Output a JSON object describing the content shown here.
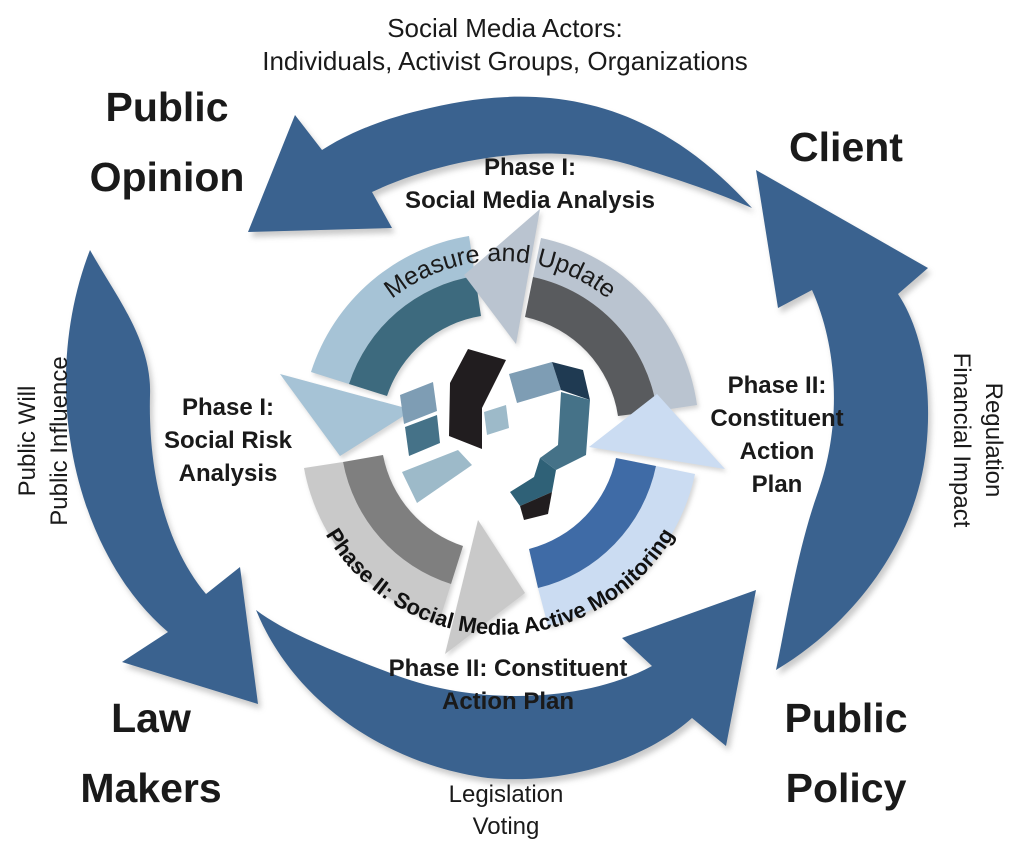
{
  "header": {
    "line1": "Social Media Actors:",
    "line2": "Individuals, Activist Groups, Organizations"
  },
  "nodes": {
    "public_opinion": {
      "line1": "Public",
      "line2": "Opinion"
    },
    "client": {
      "line1": "Client"
    },
    "law_makers": {
      "line1": "Law",
      "line2": "Makers"
    },
    "public_policy": {
      "line1": "Public",
      "line2": "Policy"
    }
  },
  "edge_labels": {
    "left": {
      "line1": "Public Will",
      "line2": "Public Influence"
    },
    "right": {
      "line1": "Regulation",
      "line2": "Financial Impact"
    },
    "bottom": {
      "line1": "Legislation",
      "line2": "Voting"
    }
  },
  "phases": {
    "top": {
      "line1": "Phase I:",
      "line2": "Social Media Analysis"
    },
    "right": {
      "line1": "Phase II:",
      "line2": "Constituent",
      "line3": "Action",
      "line4": "Plan"
    },
    "left": {
      "line1": "Phase I:",
      "line2": "Social Risk",
      "line3": "Analysis"
    },
    "bottom": {
      "line1": "Phase II: Constituent",
      "line2": "Action Plan"
    }
  },
  "ring": {
    "top_arc_label": "Measure and Update",
    "bottom_arc_label": "Phase II: Social Media Active Monitoring"
  },
  "colors": {
    "outer_arrow_blue": "#3a628f",
    "arc_top_left_outer": "#a6c3d6",
    "arc_top_left_inner": "#3d6a7e",
    "arc_top_right_outer": "#bac4d0",
    "arc_top_right_inner": "#595b5e",
    "arc_bottom_left_outer": "#c9c9c9",
    "arc_bottom_left_inner": "#7f7f7f",
    "arc_bottom_right_outer": "#cbdcf2",
    "arc_bottom_right_inner": "#3f6ba6",
    "text_black": "#1a1a1a",
    "logo_black": "#211d1f",
    "logo_navy": "#1f3a52",
    "logo_teal": "#2f6177",
    "logo_steel": "#457288",
    "logo_slate": "#7e9db4",
    "logo_light_slate": "#9dbac9"
  }
}
